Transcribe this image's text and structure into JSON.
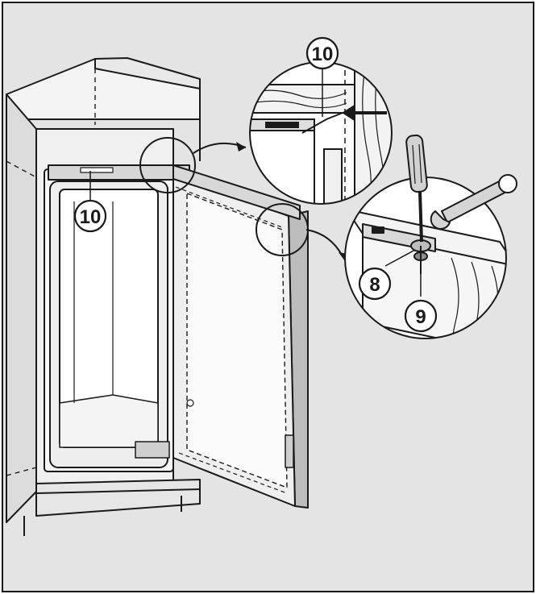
{
  "callouts": {
    "label_10_cabinet": "10",
    "label_10_detail": "10",
    "label_8": "8",
    "label_9": "9"
  },
  "colors": {
    "background": "#e4e4e4",
    "line": "#1a1a1a",
    "fill_light": "#f2f2f2",
    "fill_mid": "#cfcfcf",
    "fill_white": "#ffffff"
  }
}
